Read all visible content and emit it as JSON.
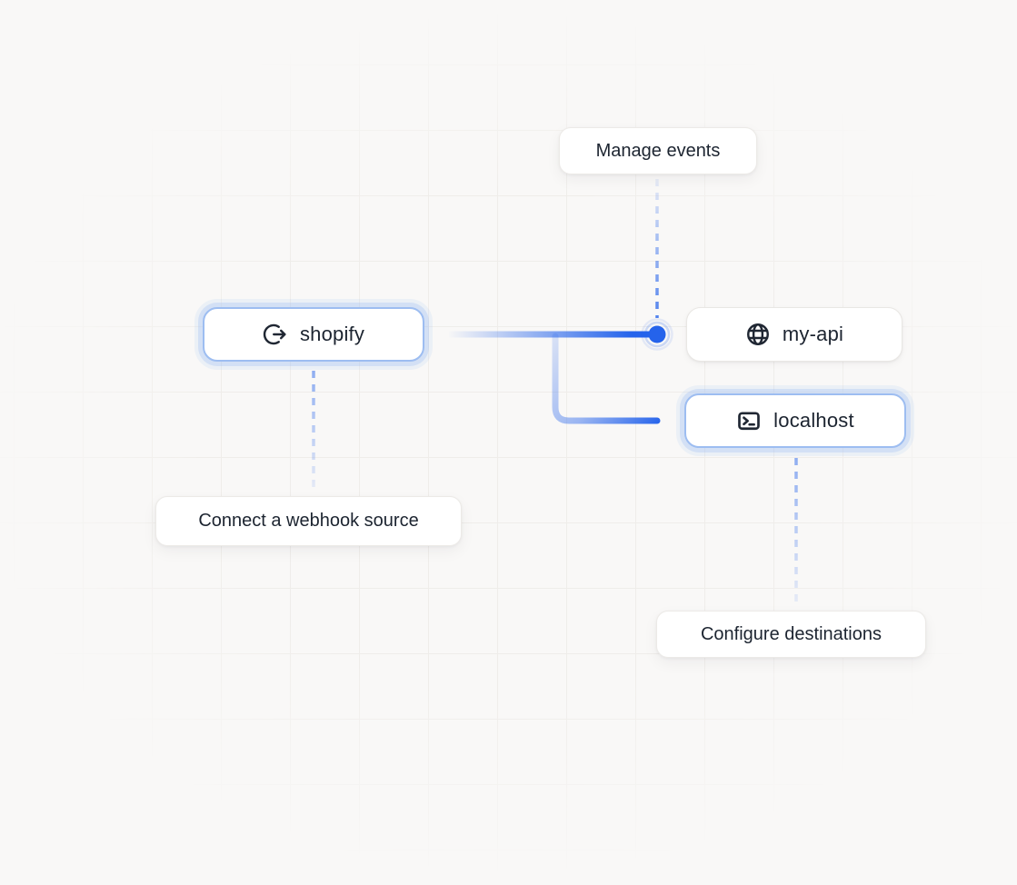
{
  "canvas": {
    "type": "webhook-flow-diagram",
    "colors": {
      "background": "#f9f8f7",
      "grid_line": "#efedea",
      "accent_blue": "#2563eb",
      "selection_blue": "#9dbdf1",
      "text": "#1c2430"
    }
  },
  "nodes": {
    "shopify": {
      "label": "shopify",
      "icon": "circle-arrow-right-icon",
      "selected": true
    },
    "my_api": {
      "label": "my-api",
      "icon": "globe-icon",
      "selected": false
    },
    "localhost": {
      "label": "localhost",
      "icon": "terminal-icon",
      "selected": true
    }
  },
  "callouts": {
    "manage_events": {
      "label": "Manage events"
    },
    "connect_source": {
      "label": "Connect a webhook source"
    },
    "configure_destinations": {
      "label": "Configure destinations"
    }
  },
  "connections": {
    "solid": [
      {
        "from": "shopify",
        "to": "my_api",
        "style": "gradient-fade-in",
        "endpoint": "blue-dot"
      },
      {
        "from": "shopify",
        "to": "localhost",
        "style": "gradient-fade-in"
      }
    ],
    "dashed": [
      {
        "from": "manage_events_callout",
        "to": "connection-dot"
      },
      {
        "from": "shopify",
        "to": "connect_source_callout"
      },
      {
        "from": "localhost",
        "to": "configure_destinations_callout"
      }
    ]
  }
}
